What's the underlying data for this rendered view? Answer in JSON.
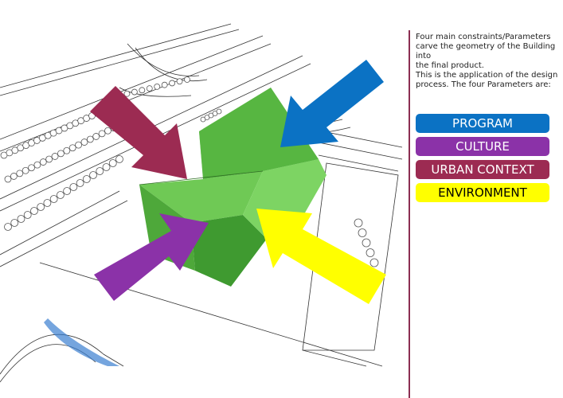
{
  "description": [
    "Four main constraints/Parameters",
    "carve the geometry of the Building into",
    "the final product.",
    "This is the application of the design",
    "process. The four Parameters are:"
  ],
  "parameters": [
    {
      "label": "PROGRAM",
      "color": "#0b72c4",
      "text_color": "#ffffff"
    },
    {
      "label": "CULTURE",
      "color": "#8b32a8",
      "text_color": "#ffffff"
    },
    {
      "label": "URBAN CONTEXT",
      "color": "#9c2b52",
      "text_color": "#ffffff"
    },
    {
      "label": "ENVIRONMENT",
      "color": "#ffff00",
      "text_color": "#000000"
    }
  ],
  "colors": {
    "divider": "#8b2e52",
    "building": "#5fbb46"
  }
}
